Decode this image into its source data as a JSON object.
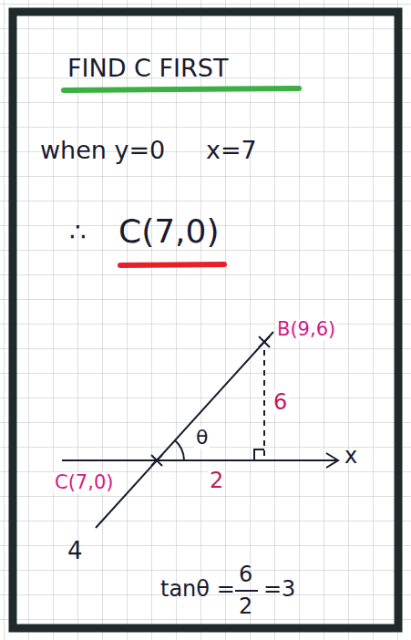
{
  "diagram": {
    "labels": [
      "FIND C FIRST",
      "when y=0",
      "x=7",
      "∴",
      "C(7,0)",
      "B(9,6)",
      "6",
      "θ",
      "2",
      "C(7,0)",
      "x",
      "4",
      "tanθ =",
      "6",
      "2",
      "=3"
    ]
  }
}
